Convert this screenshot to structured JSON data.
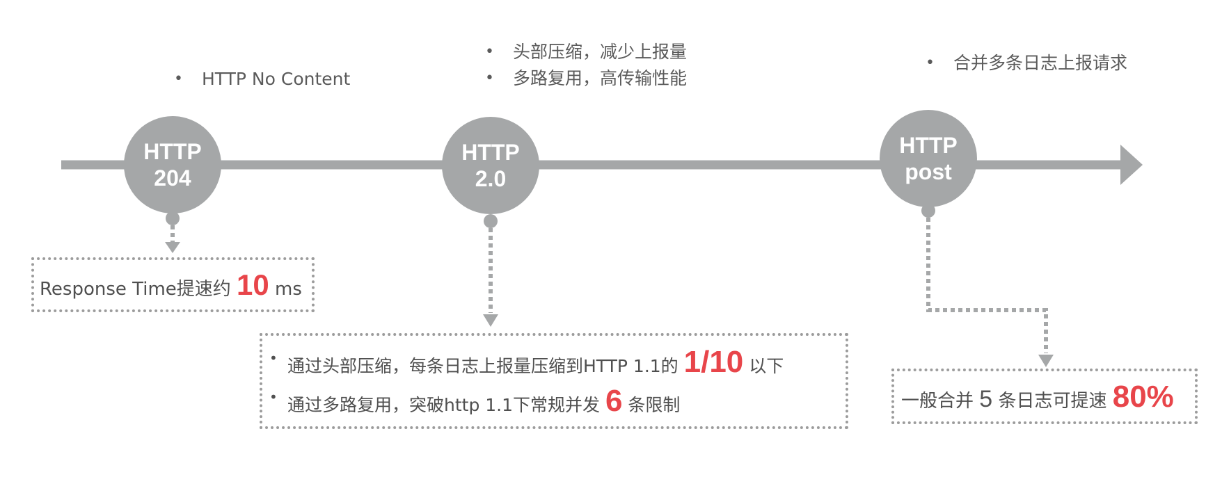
{
  "nodes": [
    {
      "line1": "HTTP",
      "line2": "204"
    },
    {
      "line1": "HTTP",
      "line2": "2.0"
    },
    {
      "line1": "HTTP",
      "line2": "post"
    }
  ],
  "top_notes": {
    "http204": [
      "HTTP No Content"
    ],
    "http20": [
      "头部压缩，减少上报量",
      "多路复用，高传输性能"
    ],
    "post": [
      "合并多条日志上报请求"
    ]
  },
  "box_204": {
    "prefix": "Response Time提速约 ",
    "value": "10",
    "suffix": " ms"
  },
  "box_20": {
    "row1": {
      "prefix": "通过头部压缩，每条日志上报量压缩到HTTP 1.1的 ",
      "value": "1/10",
      "suffix": " 以下"
    },
    "row2": {
      "prefix": "通过多路复用，突破http 1.1下常规并发 ",
      "value": "6",
      "suffix": " 条限制"
    }
  },
  "box_post": {
    "prefix": "一般合并 ",
    "count": "5",
    "middle": " 条日志可提速 ",
    "value": "80%"
  },
  "colors": {
    "line": "#a5a7a8",
    "highlight": "#e8454a",
    "text": "#555555",
    "border": "#9c9c9c"
  },
  "bullet_glyph": "•"
}
